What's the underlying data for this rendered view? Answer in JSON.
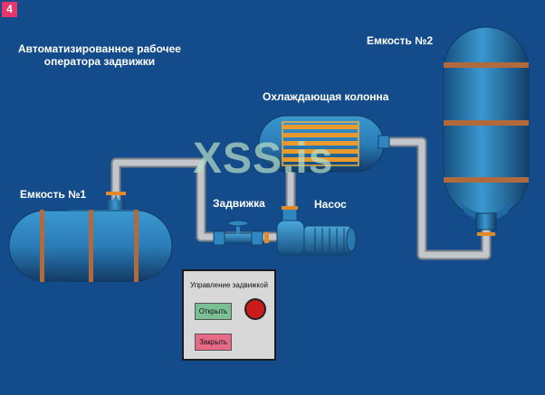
{
  "badge": "4",
  "title": "Автоматизированное рабочее\nоператора задвижки",
  "labels": {
    "tank1": "Емкость №1",
    "tank2": "Емкость №2",
    "column": "Охлаждающая колонна",
    "valve": "Задвижка",
    "pump": "Насос"
  },
  "panel": {
    "title": "Управление задвижкой",
    "open_label": "Открыть",
    "close_label": "Закрыть",
    "indicator_state": "closed"
  },
  "watermark": "XSS.is",
  "colors": {
    "background": "#144b8b",
    "vessel": "#2f86c1",
    "band": "#b06a3e",
    "pipe": "#b9bdc2",
    "indicator": "#cc1b1b",
    "open_button": "#7bbf94",
    "close_button": "#e76a86"
  }
}
